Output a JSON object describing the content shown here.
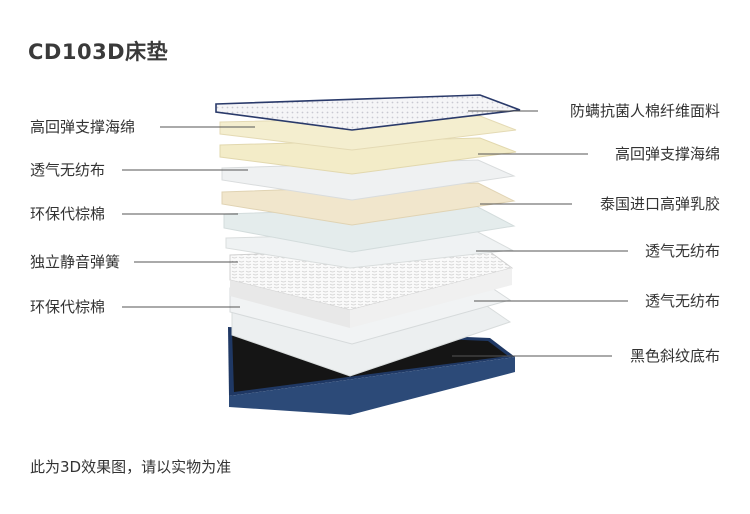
{
  "title": "CD103D床垫",
  "note": "此为3D效果图，请以实物为准",
  "left_labels": [
    {
      "text": "高回弹支撑海绵"
    },
    {
      "text": "透气无纺布"
    },
    {
      "text": "环保代棕棉"
    },
    {
      "text": "独立静音弹簧"
    },
    {
      "text": "环保代棕棉"
    }
  ],
  "right_labels": [
    {
      "text": "防螨抗菌人棉纤维面料"
    },
    {
      "text": "高回弹支撑海绵"
    },
    {
      "text": "泰国进口高弹乳胶"
    },
    {
      "text": "透气无纺布"
    },
    {
      "text": "透气无纺布"
    },
    {
      "text": "黑色斜纹底布"
    }
  ],
  "colors": {
    "fabric_top": "#f4f4f6",
    "fabric_edge": "#2a3a6a",
    "foam": "#f3ecc8",
    "nonwoven": "#eef1f2",
    "latex": "#f1e6cc",
    "palm": "#e3ecec",
    "spring": "#f7f7f7",
    "base_side": "#2c4a78",
    "base_top": "#121212",
    "leader": "#555555"
  }
}
